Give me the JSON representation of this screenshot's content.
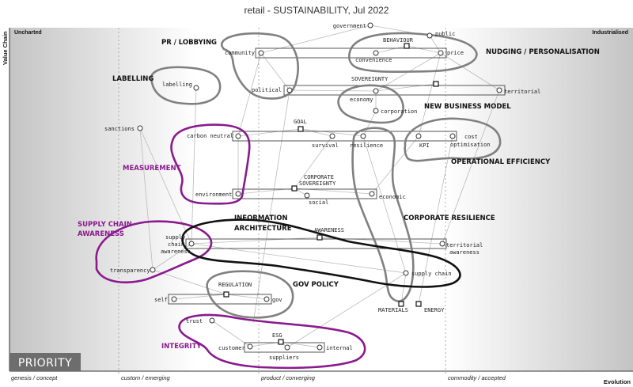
{
  "title": "retail - SUSTAINABILITY, Jul 2022",
  "axis": {
    "y_label": "Value Chain",
    "x_label": "Evolution",
    "top_left": "Uncharted",
    "top_right": "Industrialised",
    "stages": [
      "genesis / concept",
      "custom / emerging",
      "product / converging",
      "commodity / accepted"
    ]
  },
  "badge": {
    "text": "PRIORITY"
  },
  "regions": {
    "pr_lobbying": "PR / LOBBYING",
    "nudging": "NUDGING / PERSONALISATION",
    "labelling": "LABELLING",
    "new_business_model": "NEW BUSINESS MODEL",
    "operational_efficiency": "OPERATIONAL EFFICIENCY",
    "measurement": "MEASUREMENT",
    "supply_chain_awareness_1": "SUPPLY CHAIN",
    "supply_chain_awareness_2": "AWARENESS",
    "information_architecture_1": "INFORMATION",
    "information_architecture_2": "ARCHITECTURE",
    "corporate_resilience": "CORPORATE RESILIENCE",
    "gov_policy": "GOV POLICY",
    "integrity": "INTEGRITY"
  },
  "nodes": {
    "government": "government",
    "public": "public",
    "behaviour": "BEHAVIOUR",
    "community": "community",
    "convenience": "convenience",
    "price": "price",
    "labelling": "labelling",
    "sovereignty": "SOVEREIGNTY",
    "political": "political",
    "territorial": "territorial",
    "economy": "economy",
    "corporation": "corporation",
    "sanctions": "sanctions",
    "goal": "GOAL",
    "carbon_neutral": "carbon neutral",
    "survival": "survival",
    "resilience": "resilience",
    "kpi": "KPI",
    "cost_optimisation_1": "cost",
    "cost_optimisation_2": "optimisation",
    "corporate_sovereignty_1": "CORPORATE",
    "corporate_sovereignty_2": "SOVEREIGNTY",
    "environment": "environment",
    "social": "social",
    "economic": "economic",
    "awareness": "AWARENESS",
    "supply_chain_awareness_1": "supply",
    "supply_chain_awareness_2": "chain",
    "supply_chain_awareness_3": "awareness",
    "territorial_awareness_1": "territorial",
    "territorial_awareness_2": "awareness",
    "transparency": "transparency",
    "supply_chain": "supply chain",
    "regulation": "REGULATION",
    "self": "self",
    "gov": "gov",
    "materials": "MATERIALS",
    "energy": "ENERGY",
    "trust": "trust",
    "esg": "ESG",
    "customer": "customer",
    "internal": "internal",
    "suppliers": "suppliers"
  }
}
